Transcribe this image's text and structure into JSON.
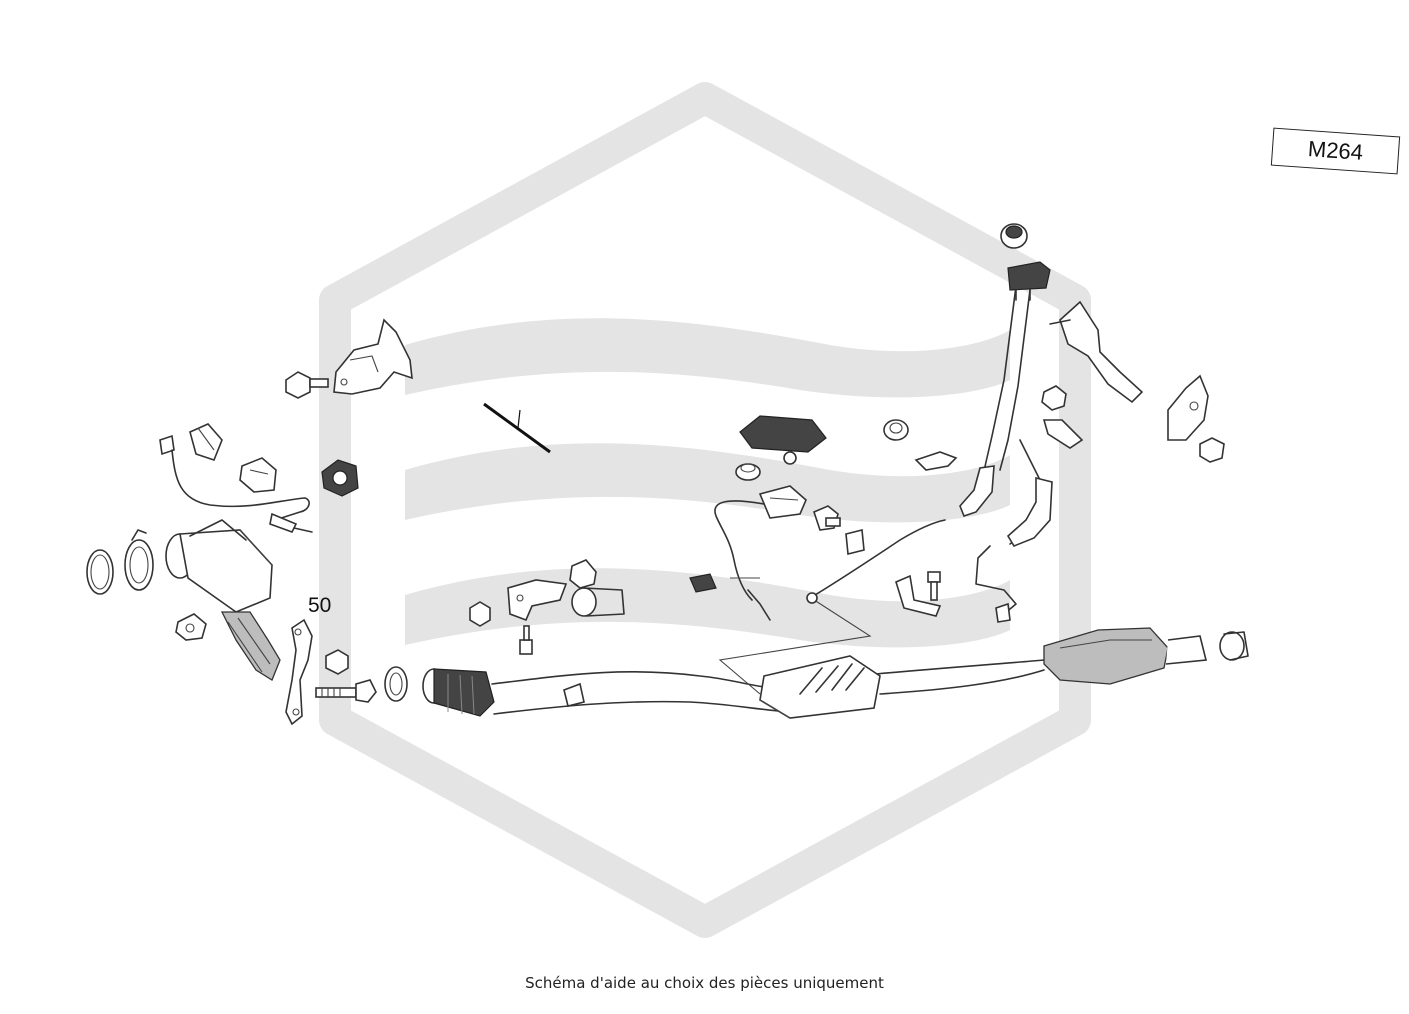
{
  "engine_code": "M264",
  "callout_label": "50",
  "caption": "Schéma d'aide au choix des pièces uniquement",
  "colors": {
    "background": "#ffffff",
    "watermark": "#e4e4e4",
    "line_art": "#333333"
  },
  "icons": {
    "watermark": "hexagon-logo-watermark"
  }
}
